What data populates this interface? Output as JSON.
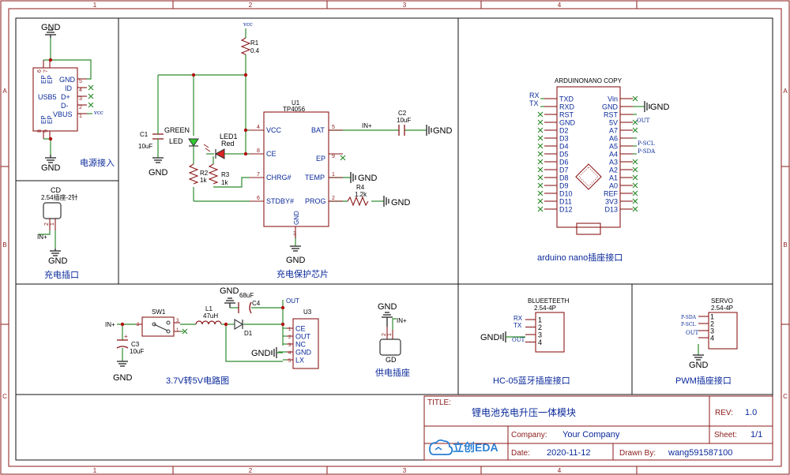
{
  "frame": {
    "cols": [
      "1",
      "2",
      "3",
      "4"
    ],
    "rows": [
      "A",
      "B",
      "C"
    ]
  },
  "power_in": {
    "label": "电源接入",
    "gnd_top": "GND",
    "gnd_bottom": "GND",
    "part": "USB5",
    "pins_left": [
      "5",
      "4",
      "3",
      "2",
      "1"
    ],
    "pins_labels": [
      "GND",
      "ID",
      "D+",
      "D-",
      "VBUS"
    ],
    "ep_top": "EP",
    "ep_top2": "EP",
    "ep_bot": "EP",
    "ep_bot2": "EP",
    "pin6": "6",
    "pin7": "7",
    "pin8": "8",
    "pin9": "9",
    "vcc": "vcc"
  },
  "charge_port": {
    "label": "充电插口",
    "ref": "CD",
    "desc": "2.54插座-2针",
    "net": "IN+",
    "gnd": "GND",
    "p2": "2",
    "p1": "1"
  },
  "protect": {
    "label": "充电保护芯片",
    "ic_ref": "U1",
    "ic_part": "TP4056",
    "vcc": "VCC",
    "ce": "CE",
    "chrg": "CHRG#",
    "stdby": "STDBY#",
    "bat": "BAT",
    "ep": "EP",
    "temp": "TEMP",
    "prog": "PROG",
    "gnd_pin": "GND",
    "pin4": "4",
    "pin8": "8",
    "pin7": "7",
    "pin6": "6",
    "pin5": "5",
    "pin9": "9",
    "pin1": "1",
    "pin2": "2",
    "pin3": "3",
    "vcc_net": "vcc",
    "r1": "R1",
    "r1v": "0.4",
    "c1": "C1",
    "c1v": "10uF",
    "green": "GREEN",
    "led": "LED",
    "led1": "LED1",
    "red": "Red",
    "r2": "R2",
    "r2v": "1k",
    "r3": "R3",
    "r3v": "1k",
    "r4": "R4",
    "r4v": "1.2k",
    "c2": "C2",
    "c2v": "10uF",
    "inp": "IN+",
    "gnd": "GND"
  },
  "nano": {
    "label": "arduino nano插座接口",
    "title": "ARDUINONANO COPY",
    "rx": "RX",
    "tx": "TX",
    "left": [
      "TXD",
      "RXD",
      "RST",
      "GND",
      "D2",
      "D3",
      "D4",
      "D5",
      "D6",
      "D7",
      "D8",
      "D9",
      "D10",
      "D11",
      "D12"
    ],
    "right": [
      "Vin",
      "GND",
      "RST",
      "5V",
      "A7",
      "A6",
      "A5",
      "A4",
      "A3",
      "A2",
      "A1",
      "A0",
      "REF",
      "3V3",
      "D13"
    ],
    "gnd": "GND",
    "out": "OUT",
    "pscl": "P-SCL",
    "psda": "P-SDA"
  },
  "boost": {
    "label": "3.7V转5V电路图",
    "inp": "IN+",
    "sw": "SW1",
    "l1": "L1",
    "l1v": "47uH",
    "c4v": "68uF",
    "c4": "C4",
    "d1": "D1",
    "u3": "U3",
    "out": "OUT",
    "c3": "C3",
    "c3v": "10uF",
    "gnd": "GND",
    "pins": [
      "CE",
      "OUT",
      "NC",
      "GND",
      "LX"
    ],
    "pnums": [
      "1",
      "2",
      "3",
      "4",
      "5"
    ],
    "s1": "1",
    "s2": "2",
    "s3": "3"
  },
  "supply": {
    "label": "供电插座",
    "gnd": "GND",
    "inp": "IN+",
    "gd": "GD",
    "p2": "2",
    "p1": "1"
  },
  "bt": {
    "label": "HC-05蓝牙插座接口",
    "title": "BLUEETEETH",
    "sub": "2.54-4P",
    "rx": "RX",
    "tx": "TX",
    "out": "OUT",
    "gnd": "GND",
    "pins": [
      "1",
      "2",
      "3",
      "4"
    ]
  },
  "servo": {
    "label": "PWM插座接口",
    "title": "SERVO",
    "sub": "2.54-4P",
    "psda": "P-SDA",
    "pscl": "P-SCL",
    "out": "OUT",
    "gnd": "GND",
    "pins": [
      "1",
      "2",
      "3",
      "4"
    ]
  },
  "titleblock": {
    "title_label": "TITLE:",
    "title": "锂电池充电升压一体模块",
    "rev_label": "REV:",
    "rev": "1.0",
    "company_label": "Company:",
    "company": "Your Company",
    "sheet_label": "Sheet:",
    "sheet": "1/1",
    "date_label": "Date:",
    "date": "2020-11-12",
    "drawn_label": "Drawn By:",
    "drawn": "wang591587100",
    "logo": "立创EDA"
  }
}
